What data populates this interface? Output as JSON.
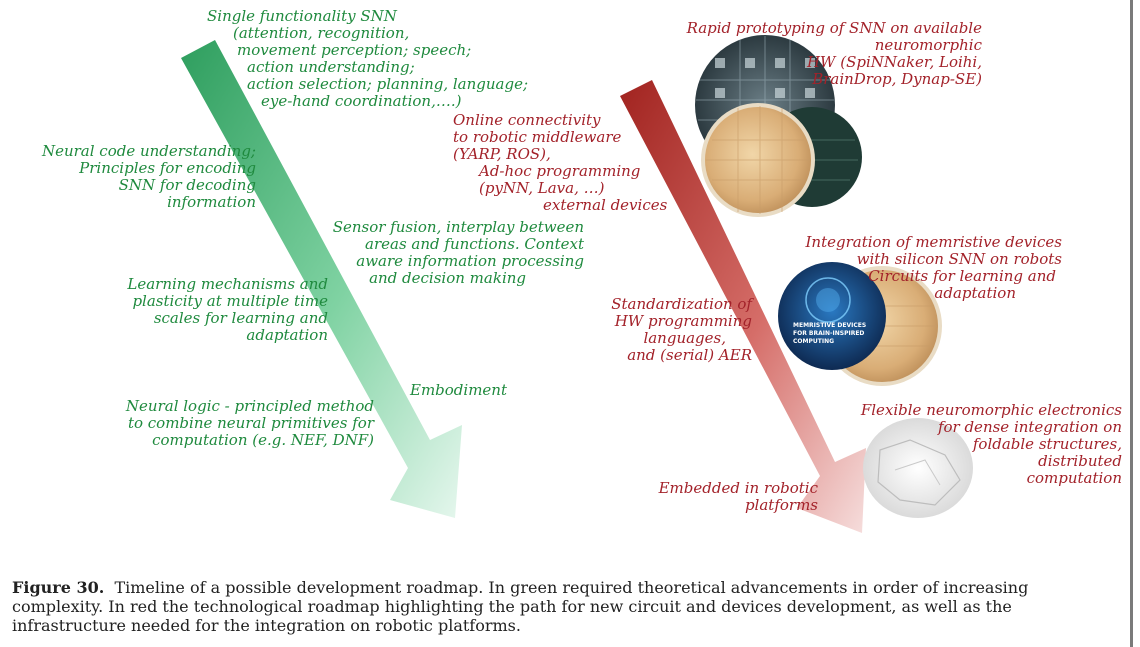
{
  "green_labels": [
    {
      "key": "single",
      "lines": [
        "Single functionality SNN",
        "(attention, recognition,",
        "movement perception; speech;",
        "action understanding;",
        "action selection; planning, language;",
        "eye-hand coordination,….)"
      ]
    },
    {
      "key": "neural_code",
      "lines": [
        "Neural code understanding;",
        "Principles for encoding",
        "SNN for decoding",
        "information"
      ]
    },
    {
      "key": "sensor_fusion",
      "lines": [
        "Sensor fusion, interplay between",
        "areas and functions. Context",
        "aware information processing",
        "and decision making"
      ]
    },
    {
      "key": "learning",
      "lines": [
        "Learning mechanisms and",
        "plasticity at multiple time",
        "scales for learning and",
        "adaptation"
      ]
    },
    {
      "key": "embodiment",
      "lines": [
        "Embodiment"
      ]
    },
    {
      "key": "neural_logic",
      "lines": [
        "Neural logic - principled method",
        "to combine neural primitives for",
        "computation (e.g. NEF, DNF)"
      ]
    }
  ],
  "red_labels": [
    {
      "key": "rapid",
      "lines": [
        "Rapid prototyping of SNN on available",
        "neuromorphic",
        "HW (SpiNNaker, Loihi,",
        "BrainDrop, Dynap-SE)"
      ]
    },
    {
      "key": "online",
      "lines": [
        "Online connectivity",
        "to robotic middleware",
        "(YARP, ROS),",
        "Ad-hoc programming",
        "(pyNN, Lava, …)",
        "external devices"
      ]
    },
    {
      "key": "memristive",
      "lines": [
        "Integration of memristive devices",
        "with silicon SNN on robots",
        "Circuits for learning and",
        "adaptation"
      ]
    },
    {
      "key": "standard",
      "lines": [
        "Standardization of",
        "HW programming",
        "languages,",
        "and (serial) AER"
      ]
    },
    {
      "key": "flexible",
      "lines": [
        "Flexible neuromorphic electronics",
        "for dense integration on",
        "foldable structures,",
        "distributed",
        "computation"
      ]
    },
    {
      "key": "embedded",
      "lines": [
        "Embedded in robotic",
        "platforms"
      ]
    }
  ],
  "book_cover_text": [
    "MEMRISTIVE DEVICES",
    "FOR BRAIN-INSPIRED",
    "COMPUTING"
  ],
  "caption": {
    "label": "Figure 30.",
    "text": "Timeline of a possible development roadmap. In green required theoretical advancements in order of increasing complexity. In red the technological roadmap highlighting the path for new circuit and devices development, as well as the infrastructure needed for the integration on robotic platforms."
  },
  "colors": {
    "green": "#1f8a3e",
    "red": "#a3222a",
    "green_arrow": "#4fbf7f",
    "red_arrow": "#b52d2d"
  }
}
